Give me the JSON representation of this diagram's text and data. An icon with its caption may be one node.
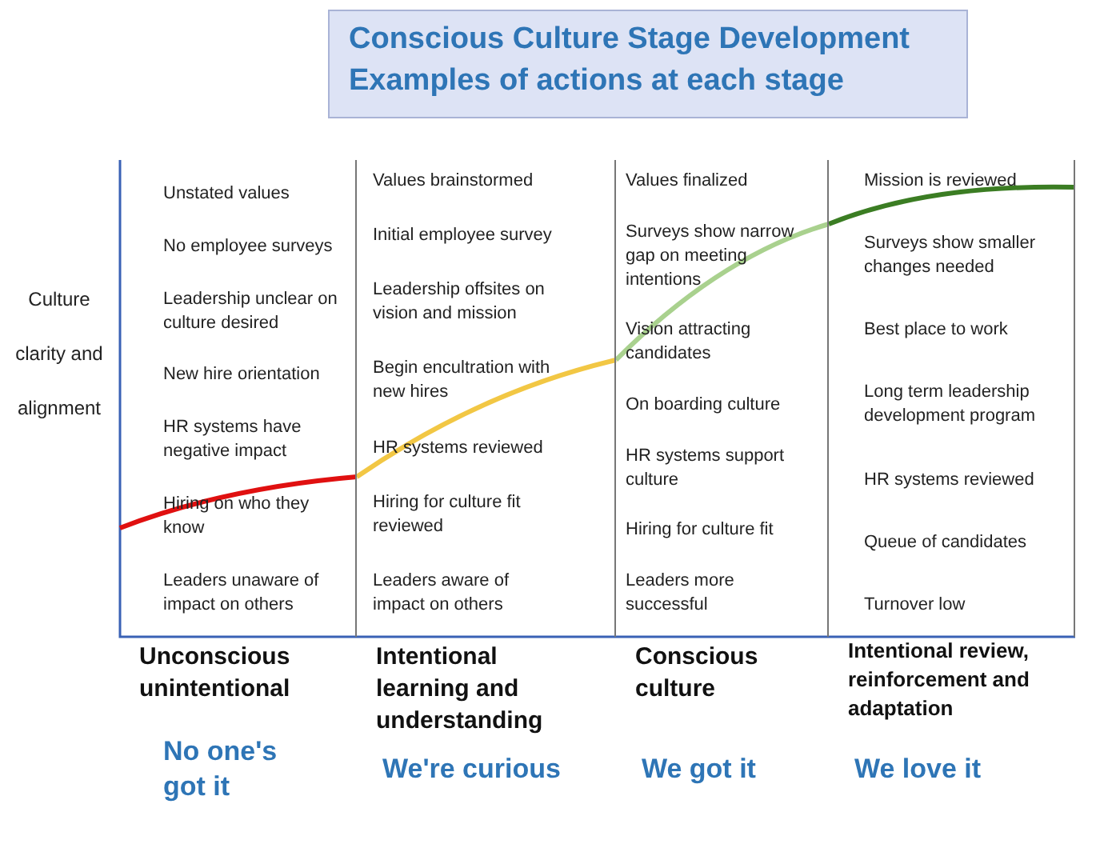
{
  "diagram": {
    "title": "Conscious Culture Stage Development",
    "nodes": [
      {
        "text": [
          "Unstated values",
          "No employee surveys",
          "Leadership unclear on culture desired",
          "New hire orientation",
          "HR systems have negative impact",
          "Hiring on who they know",
          "Leaders unaware of impact on others"
        ],
        "beside": [
          "Unconscious unintentional",
          "No one's got it"
        ]
      },
      {
        "text": [
          "Values brainstormed",
          "Initial employee survey",
          "Leadership offsites on vision and mission",
          "Begin encultration with new hires",
          "HR systems reviewed",
          "Hiring for culture fit reviewed",
          "Leaders aware of impact on others"
        ],
        "beside": [
          "Intentional learning and understanding",
          "We're curious"
        ]
      },
      {
        "text": [
          "Values finalized",
          "Surveys show narrow gap on meeting intentions",
          "Vision attracting candidates",
          "On boarding culture",
          "HR systems support culture",
          "Hiring for culture fit",
          "Leaders more successful"
        ],
        "beside": [
          "Conscious culture",
          "We got it"
        ]
      },
      {
        "text": [
          "Mission is reviewed",
          "Surveys show smaller changes needed",
          "Best place to work",
          "Long term leadership development program",
          "HR systems reviewed",
          "Queue of candidates",
          "Turnover low"
        ],
        "beside": [
          "Intentional review, reinforcement and adaptation",
          "We love it"
        ]
      }
    ],
    "labels": [
      "Examples of actions at each stage",
      "Culture clarity and alignment"
    ]
  }
}
